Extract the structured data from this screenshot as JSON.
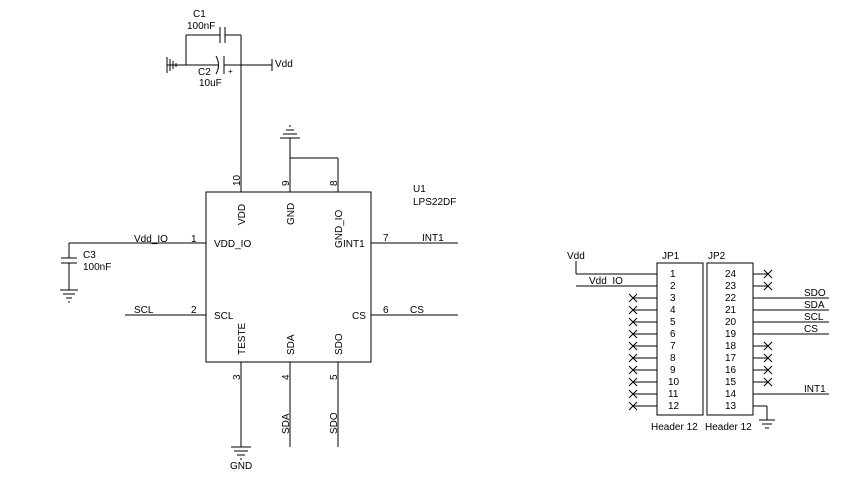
{
  "c1": {
    "ref": "C1",
    "value": "100nF"
  },
  "c2": {
    "ref": "C2",
    "value": "10uF",
    "plus": "+"
  },
  "c3": {
    "ref": "C3",
    "value": "100nF"
  },
  "vdd_label": "Vdd",
  "u1": {
    "ref": "U1",
    "part": "LPS22DF",
    "pins": {
      "vdd_io_num": "1",
      "vdd_io_name": "VDD_IO",
      "vdd_io_net": "Vdd_IO",
      "scl_num": "2",
      "scl_name": "SCL",
      "scl_net": "SCL",
      "teste_num": "3",
      "teste_name": "TESTE",
      "gnd_net": "GND",
      "sda_num": "4",
      "sda_name": "SDA",
      "sda_net": "SDA",
      "sdo_num": "5",
      "sdo_name": "SDO",
      "sdo_net": "SDO",
      "cs_num": "6",
      "cs_name": "CS",
      "cs_net": "CS",
      "int1_num": "7",
      "int1_name": "INT1",
      "int1_net": "INT1",
      "gnd_io_num": "8",
      "gnd_io_name": "GND_IO",
      "gnd_num": "9",
      "gnd_name": "GND",
      "vdd_num": "10",
      "vdd_name": "VDD"
    }
  },
  "jp1": {
    "ref": "JP1",
    "type": "Header 12",
    "pins": [
      "1",
      "2",
      "3",
      "4",
      "5",
      "6",
      "7",
      "8",
      "9",
      "10",
      "11",
      "12"
    ],
    "nets": {
      "vdd": "Vdd",
      "vdd_io": "Vdd_IO"
    }
  },
  "jp2": {
    "ref": "JP2",
    "type": "Header 12",
    "pins": [
      "24",
      "23",
      "22",
      "21",
      "20",
      "19",
      "18",
      "17",
      "16",
      "15",
      "14",
      "13"
    ],
    "nets": {
      "sdo": "SDO",
      "sda": "SDA",
      "scl": "SCL",
      "cs": "CS",
      "int1": "INT1"
    }
  }
}
